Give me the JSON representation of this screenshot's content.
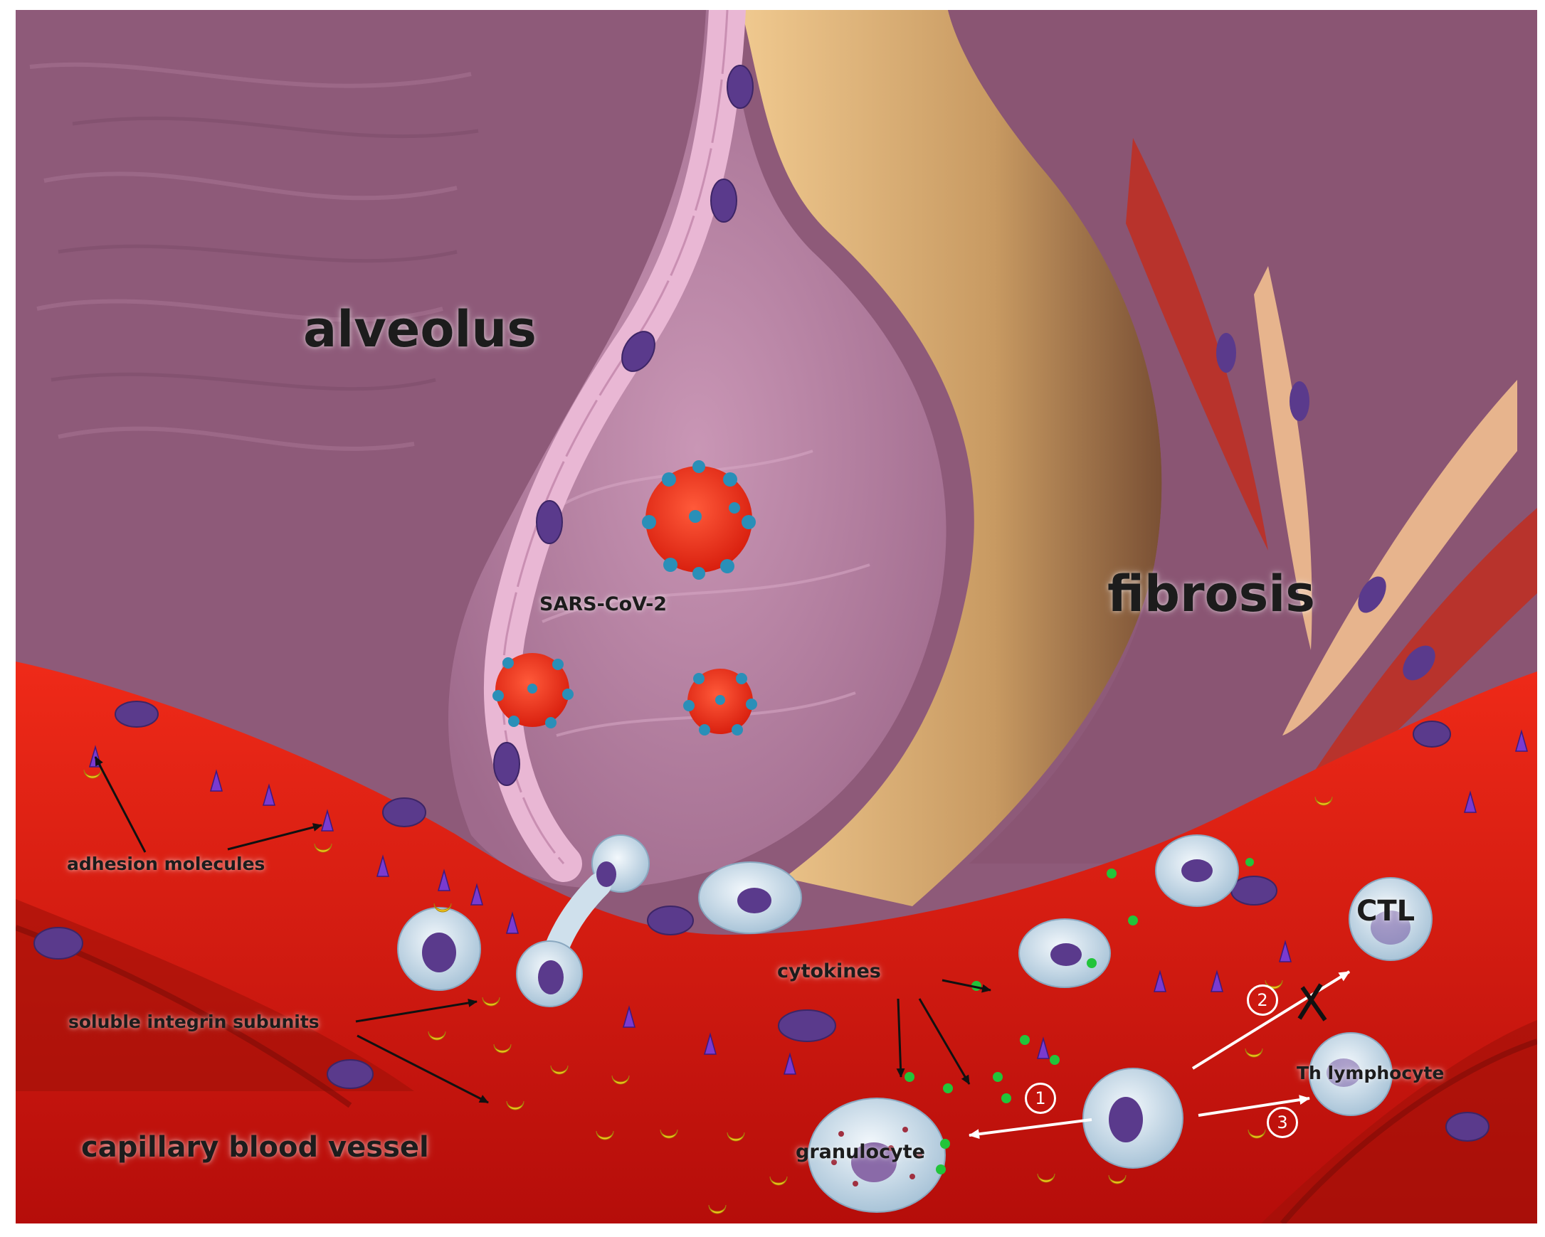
{
  "labels": {
    "alveolus": "alveolus",
    "fibrosis": "fibrosis",
    "virus": "SARS-CoV-2",
    "adhesion": "adhesion molecules",
    "soluble": "soluble integrin subunits",
    "cytokines": "cytokines",
    "ctl": "CTL",
    "th": "Th lymphocyte",
    "granulocyte": "granulocyte",
    "vessel": "capillary blood vessel"
  },
  "steps": [
    "1",
    "2",
    "3"
  ],
  "colors": {
    "alveolar_tissue": "#8e5a79",
    "alveolar_lumen": "#b784a6",
    "fibrotic_tissue": "#d9a86c",
    "vessel": "#d8140d",
    "epithelial_cell": "#e9b7d4",
    "nucleus": "#5a3a8c",
    "immune_cell": "#d6e6f2",
    "virus_body": "#f23a1e",
    "virus_spike": "#2a8fb8",
    "integrin": "#f5c81a",
    "cytokine": "#22c43a",
    "arrow": "#ffffff"
  }
}
